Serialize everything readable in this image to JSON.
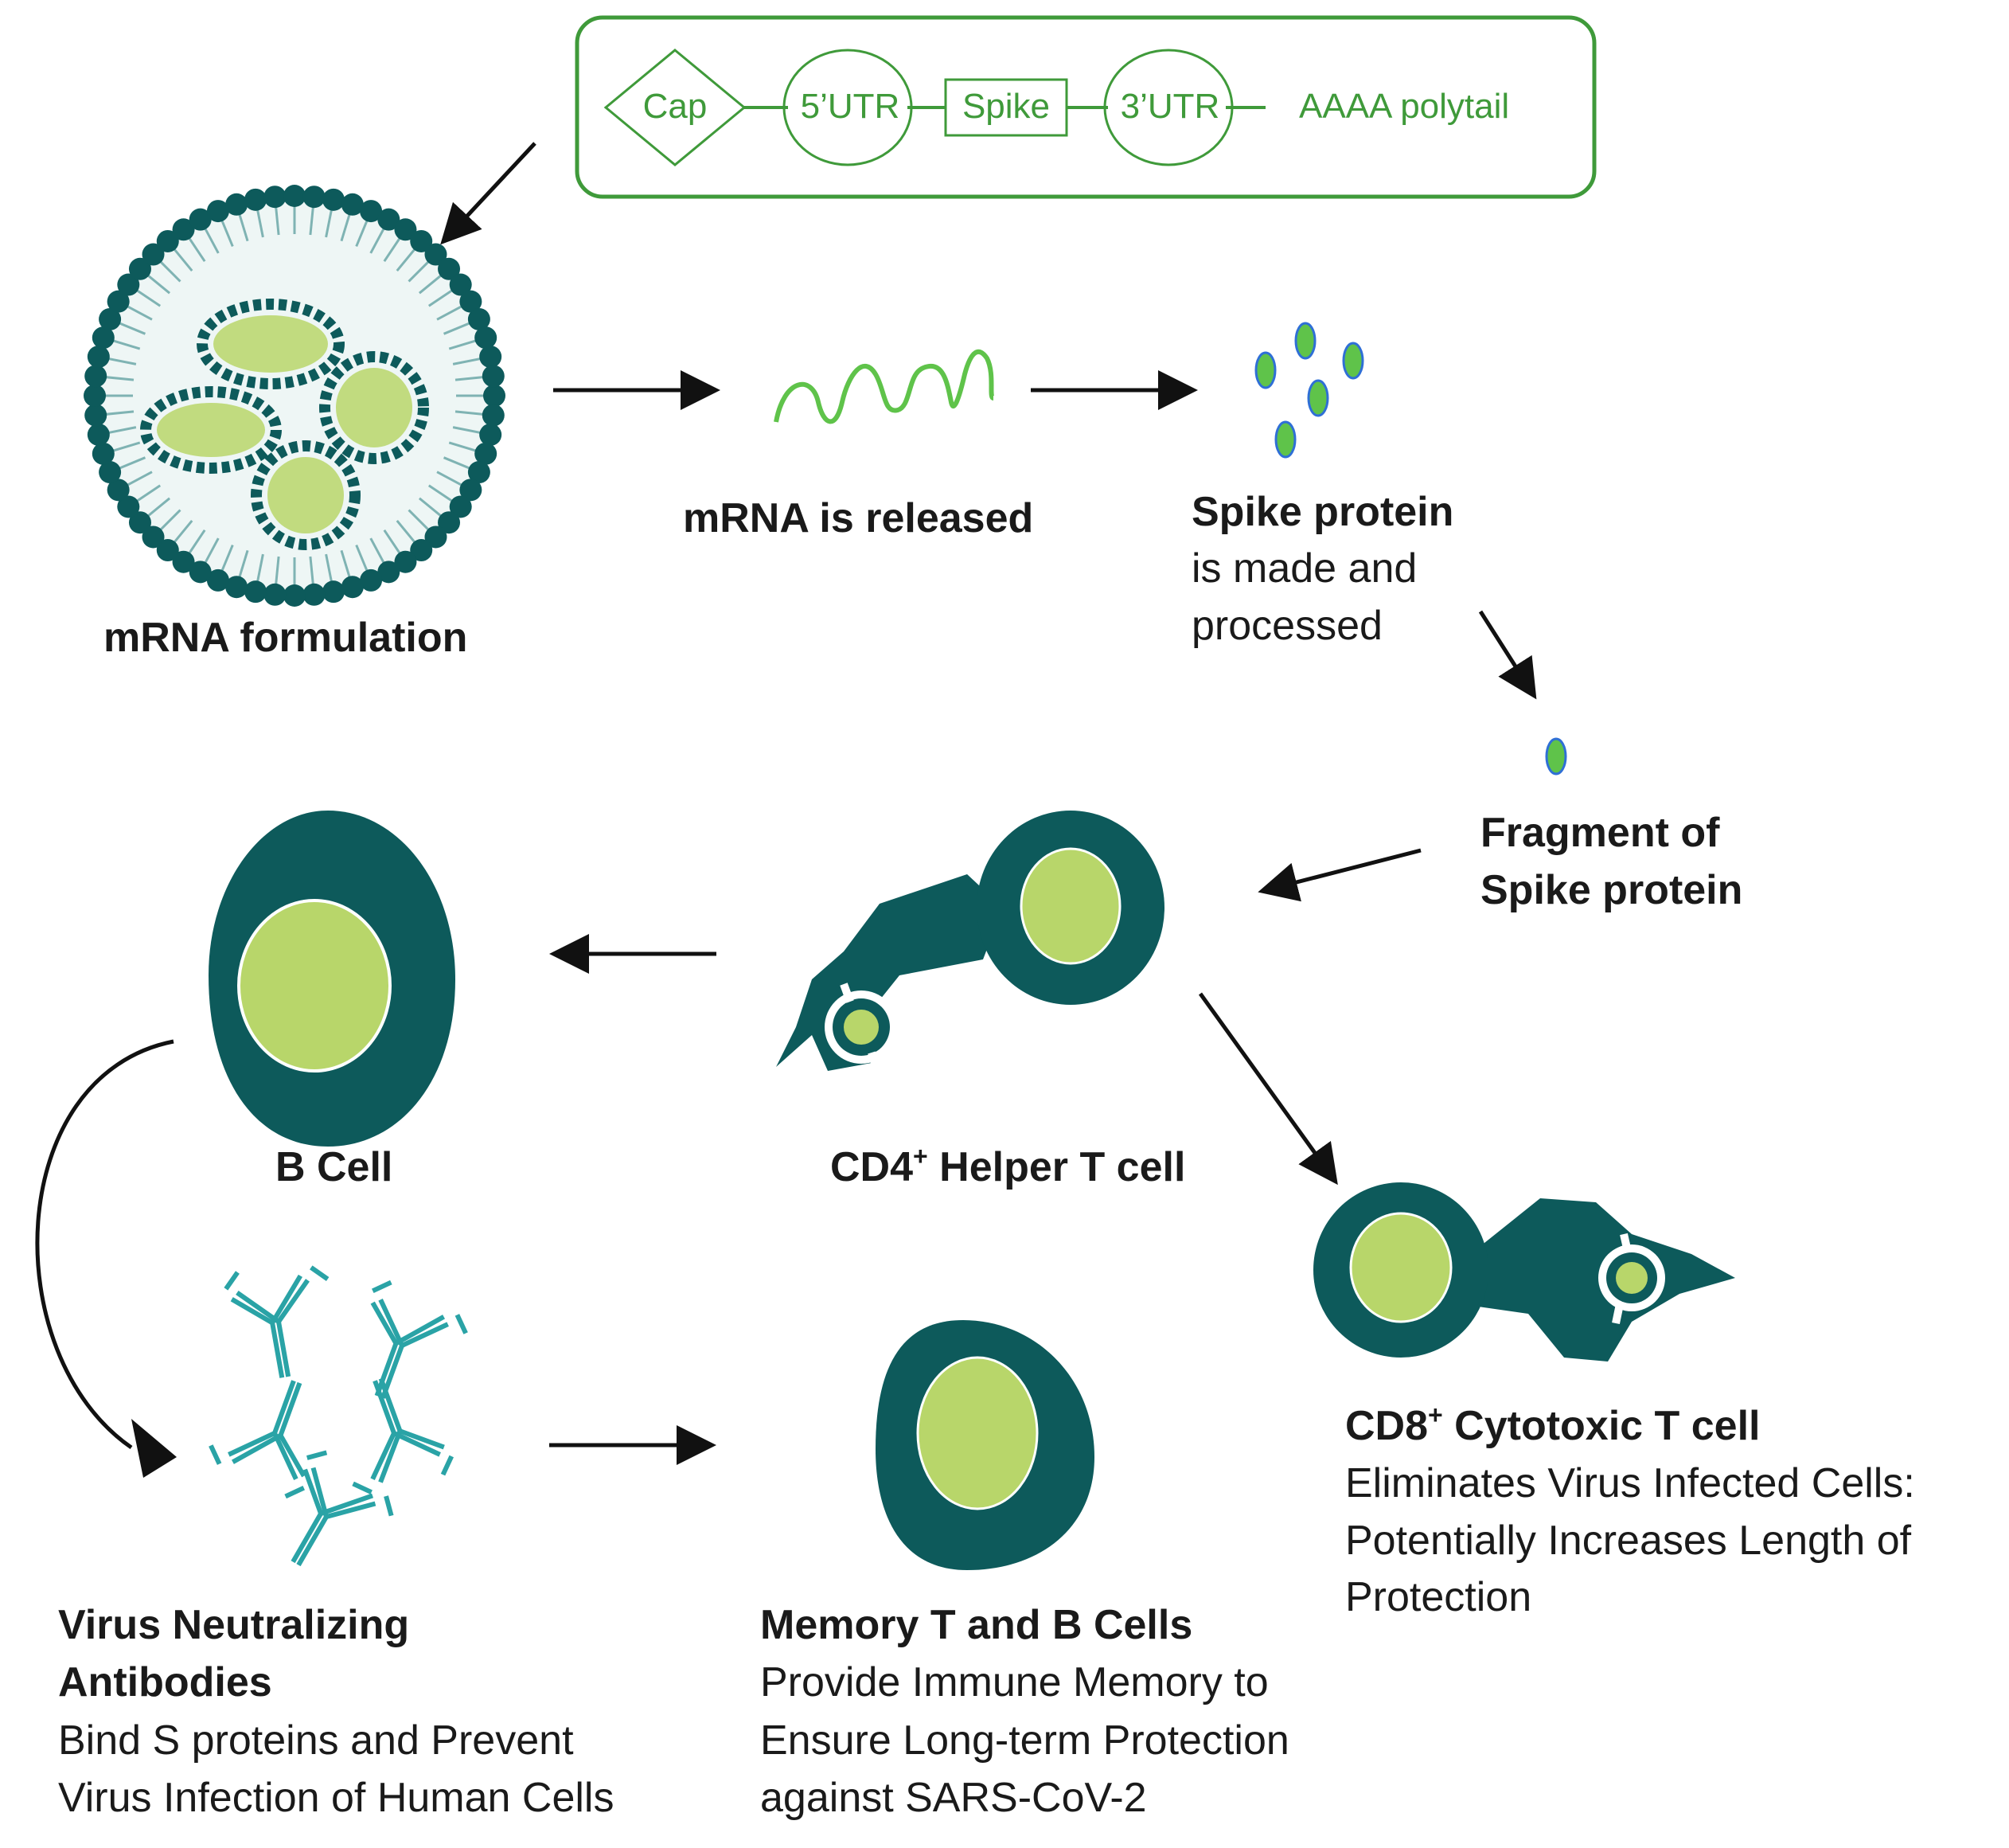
{
  "colors": {
    "green": "#3f9a3a",
    "teal_dark": "#0d5a5b",
    "lime": "#b8d66a",
    "bright_green": "#5fc34a",
    "blue_outline": "#2f6fd6",
    "antibody": "#2aa3a6",
    "text": "#1a1a1a"
  },
  "construct": {
    "cap": "Cap",
    "utr5": "5’UTR",
    "spike": "Spike",
    "utr3": "3’UTR",
    "polytail": "AAAA polytail"
  },
  "labels": {
    "formulation": "mRNA formulation",
    "released": "mRNA is released",
    "spike_title": "Spike protein",
    "spike_desc_1": "is made and",
    "spike_desc_2": "processed",
    "fragment_1": "Fragment of",
    "fragment_2": "Spike protein",
    "bcell": "B Cell",
    "cd4": "CD4",
    "cd4_sup": "+",
    "cd4_rest": " Helper T cell",
    "cd8": "CD8",
    "cd8_sup": "+",
    "cd8_rest": " Cytotoxic T cell",
    "cd8_desc_1": "Eliminates Virus Infected Cells:",
    "cd8_desc_2": "Potentially Increases Length of",
    "cd8_desc_3": "Protection",
    "antibodies_1": "Virus Neutralizing",
    "antibodies_2": "Antibodies",
    "antibodies_desc_1": "Bind S proteins and Prevent",
    "antibodies_desc_2": "Virus Infection of Human Cells",
    "memory_title": "Memory T and B Cells",
    "memory_desc_1": "Provide Immune Memory to",
    "memory_desc_2": "Ensure Long-term Protection",
    "memory_desc_3": "against SARS-CoV-2"
  }
}
